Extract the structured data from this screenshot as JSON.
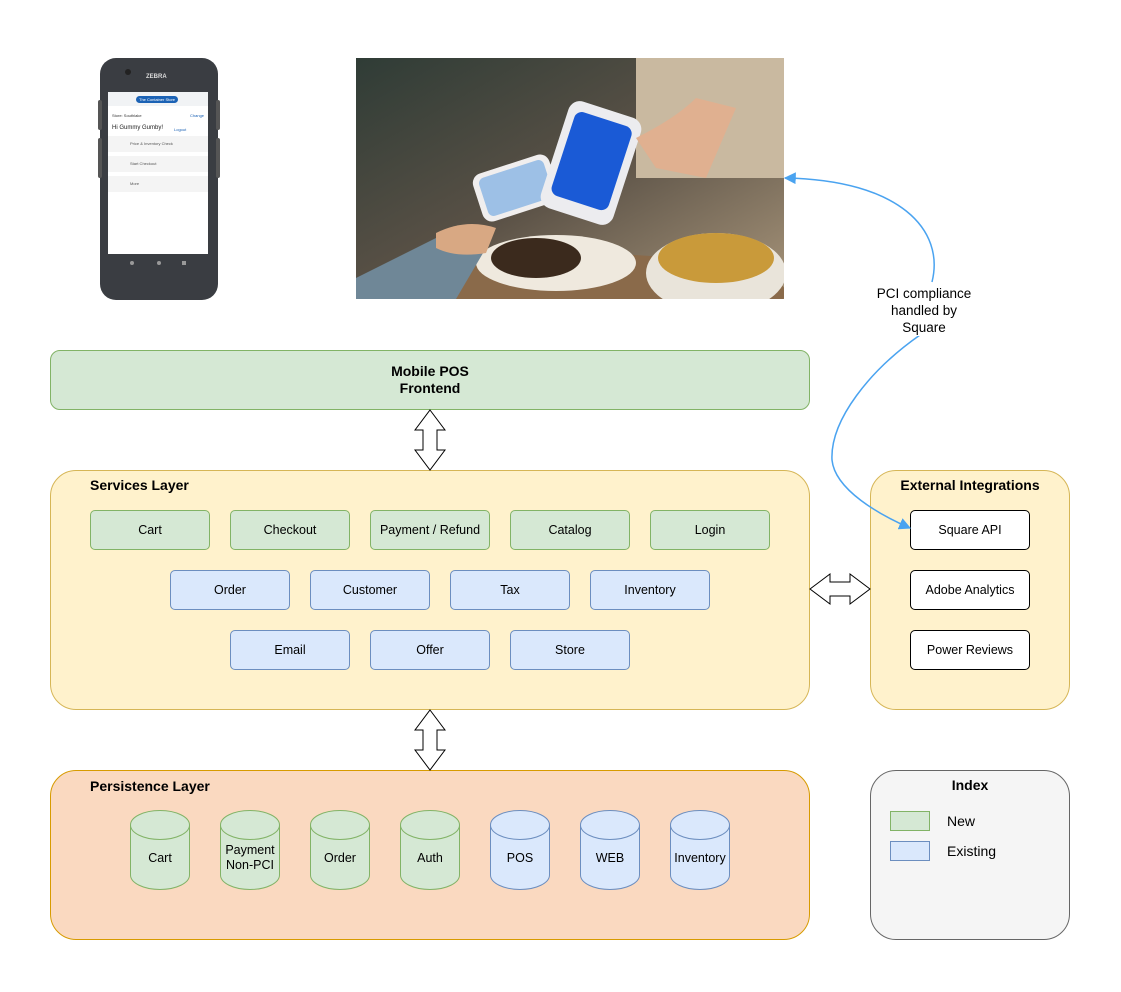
{
  "frontend": {
    "line1": "Mobile POS",
    "line2": "Frontend"
  },
  "services": {
    "title": "Services Layer",
    "row1": [
      "Cart",
      "Checkout",
      "Payment / Refund",
      "Catalog",
      "Login"
    ],
    "row2": [
      "Order",
      "Customer",
      "Tax",
      "Inventory"
    ],
    "row3": [
      "Email",
      "Offer",
      "Store"
    ]
  },
  "external": {
    "title": "External Integrations",
    "items": [
      "Square API",
      "Adobe Analytics",
      "Power Reviews"
    ]
  },
  "persistence": {
    "title": "Persistence Layer",
    "dbs": [
      {
        "l1": "Cart",
        "l2": ""
      },
      {
        "l1": "Payment",
        "l2": "Non-PCI"
      },
      {
        "l1": "Order",
        "l2": ""
      },
      {
        "l1": "Auth",
        "l2": ""
      },
      {
        "l1": "POS",
        "l2": ""
      },
      {
        "l1": "WEB",
        "l2": ""
      },
      {
        "l1": "Inventory",
        "l2": ""
      }
    ]
  },
  "index": {
    "title": "Index",
    "new": "New",
    "existing": "Existing"
  },
  "annotation": {
    "l1": "PCI compliance",
    "l2": "handled by",
    "l3": "Square"
  },
  "phone": {
    "brand": "ZEBRA",
    "header_pill": "The Container Store",
    "store_label": "Store: Southlake",
    "change": "Change",
    "greeting": "Hi Gummy Gumby!",
    "greeting_link": "Logout",
    "menu": [
      "Price & Inventory Check",
      "Start Checkout",
      "More"
    ]
  },
  "colors": {
    "new": "#d5e8d4",
    "existing": "#dae8fc",
    "connector": "#4aa3f0"
  }
}
